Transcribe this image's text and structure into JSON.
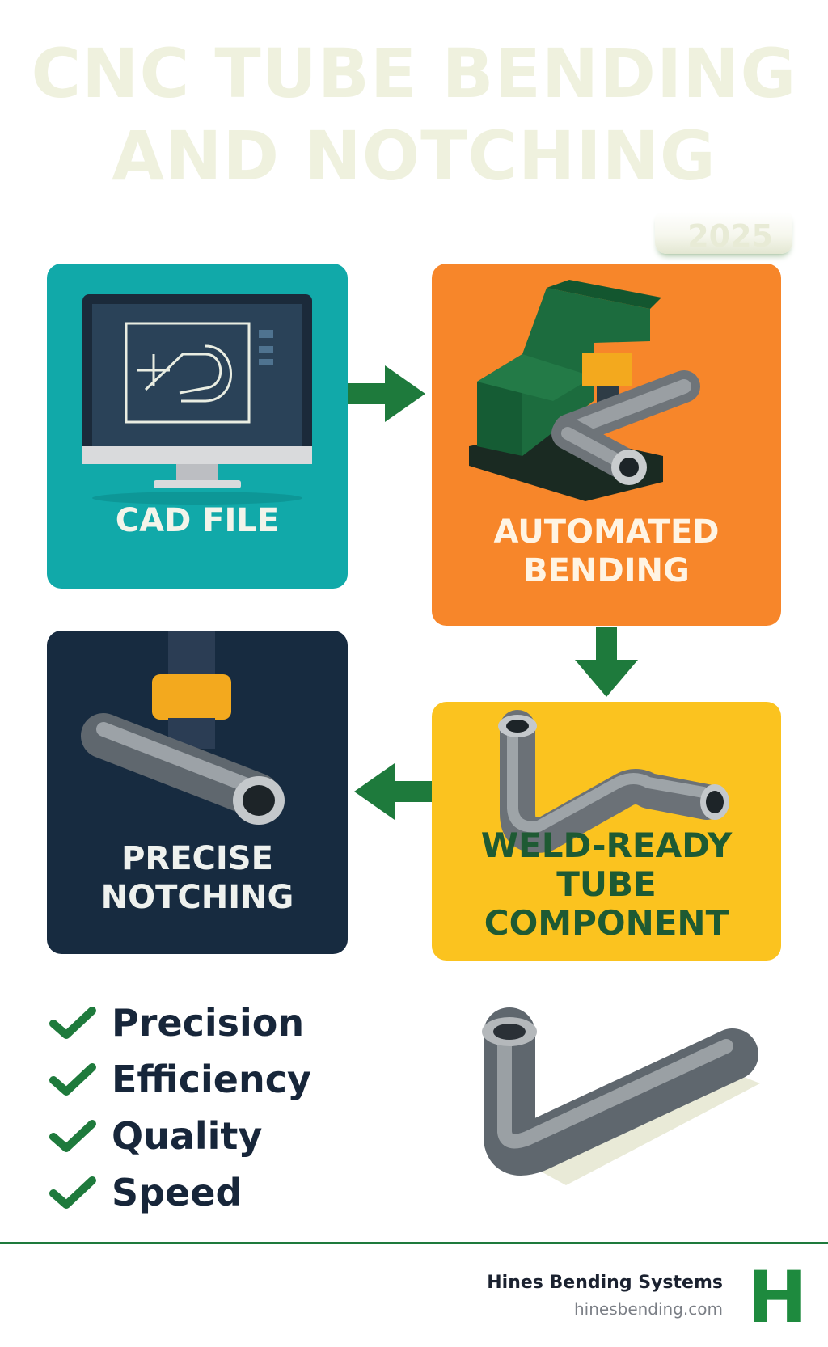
{
  "title": {
    "line1": "CNC TUBE BENDING",
    "line2": "AND NOTCHING"
  },
  "year": "2025",
  "steps": {
    "cad": {
      "label": "CAD FILE",
      "icon": "monitor-cad-icon"
    },
    "bending": {
      "line1": "AUTOMATED",
      "line2": "BENDING",
      "icon": "bending-machine-icon"
    },
    "notching": {
      "line1": "PRECISE",
      "line2": "NOTCHING",
      "icon": "notching-tool-icon"
    },
    "weld": {
      "line1": "WELD-READY",
      "line2": "TUBE COMPONENT",
      "icon": "bent-tube-icon"
    }
  },
  "features": [
    "Precision",
    "Efficiency",
    "Quality",
    "Speed"
  ],
  "company": {
    "name": "Hines Bending Systems",
    "url": "hinesbending.com",
    "logo_letter": "H"
  },
  "colors": {
    "teal": "#11a9a9",
    "orange": "#f7862a",
    "navy": "#172b40",
    "yellow": "#fbc31f",
    "green": "#1e7a3c"
  }
}
